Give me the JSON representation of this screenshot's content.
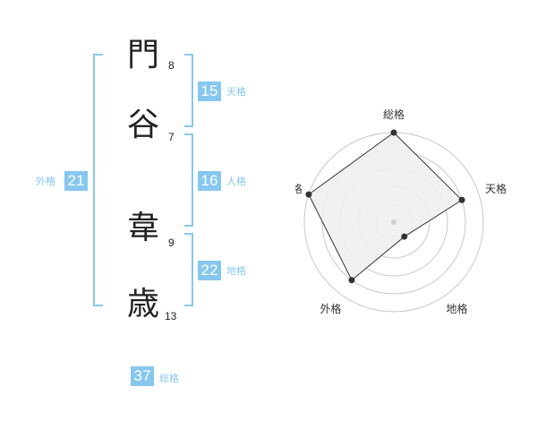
{
  "name": {
    "chars": [
      {
        "char": "門",
        "strokes": "8"
      },
      {
        "char": "谷",
        "strokes": "7"
      },
      {
        "char": "韋",
        "strokes": "9"
      },
      {
        "char": "歳",
        "strokes": "13"
      }
    ]
  },
  "fortune": {
    "tenkaku": {
      "value": "15",
      "label": "天格"
    },
    "jinkaku": {
      "value": "16",
      "label": "人格"
    },
    "chikaku": {
      "value": "22",
      "label": "地格"
    },
    "gaikaku": {
      "value": "21",
      "label": "外格"
    },
    "soukaku": {
      "value": "37",
      "label": "総格"
    }
  },
  "chart_data": {
    "type": "radar",
    "axes": [
      "総格",
      "天格",
      "地格",
      "外格",
      "人格"
    ],
    "values": [
      5,
      4,
      1,
      4,
      5
    ],
    "max": 5,
    "grid": true,
    "colors": {
      "fill": "#efefef",
      "stroke": "#333333",
      "grid": "#c8c8c8",
      "center": "#cfcfcf"
    }
  },
  "colors": {
    "accent": "#86c7f0",
    "text": "#222222"
  }
}
